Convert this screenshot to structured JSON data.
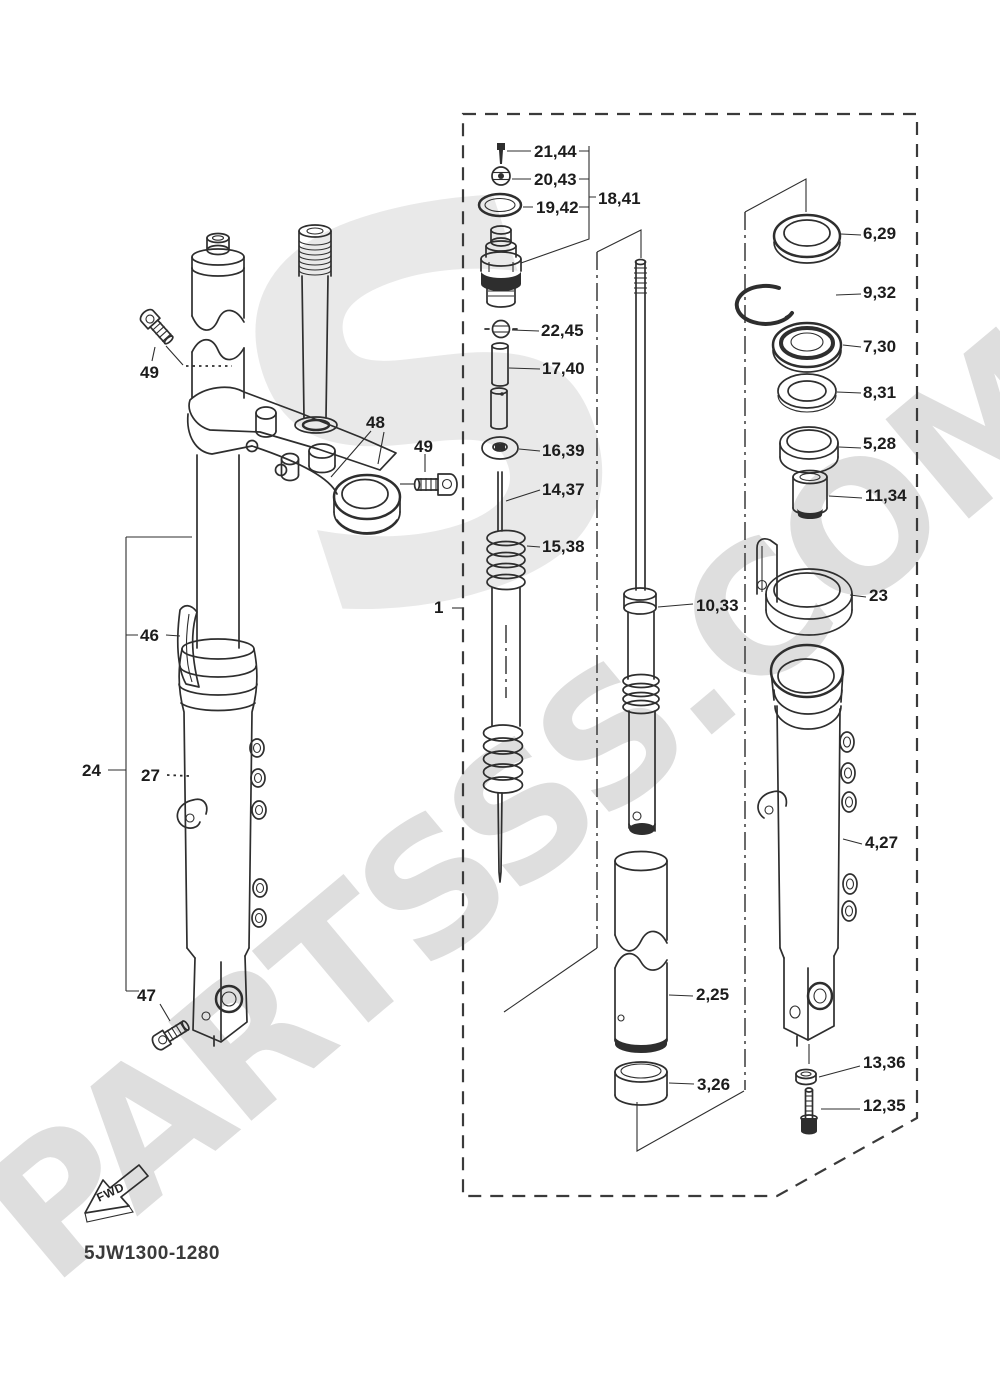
{
  "page": {
    "footer_code": "5JW1300-1280",
    "fwd_label": "FWD",
    "watermark": "PARTSSS.COM",
    "watermark_logo": "S",
    "colors": {
      "line": "#2e2e2e",
      "watermark": "#dedede",
      "background": "#ffffff"
    },
    "callouts": {
      "c21_44": "21,44",
      "c20_43": "20,43",
      "c19_42": "19,42",
      "c18_41": "18,41",
      "c22_45": "22,45",
      "c17_40": "17,40",
      "c16_39": "16,39",
      "c14_37": "14,37",
      "c15_38": "15,38",
      "c1": "1",
      "c10_33": "10,33",
      "c2_25": "2,25",
      "c3_26": "3,26",
      "c6_29": "6,29",
      "c9_32": "9,32",
      "c7_30": "7,30",
      "c8_31": "8,31",
      "c5_28": "5,28",
      "c11_34": "11,34",
      "c23": "23",
      "c4_27": "4,27",
      "c13_36": "13,36",
      "c12_35": "12,35",
      "c46": "46",
      "c24": "24",
      "c27": "27",
      "c47": "47",
      "c48": "48",
      "c49": "49"
    }
  }
}
